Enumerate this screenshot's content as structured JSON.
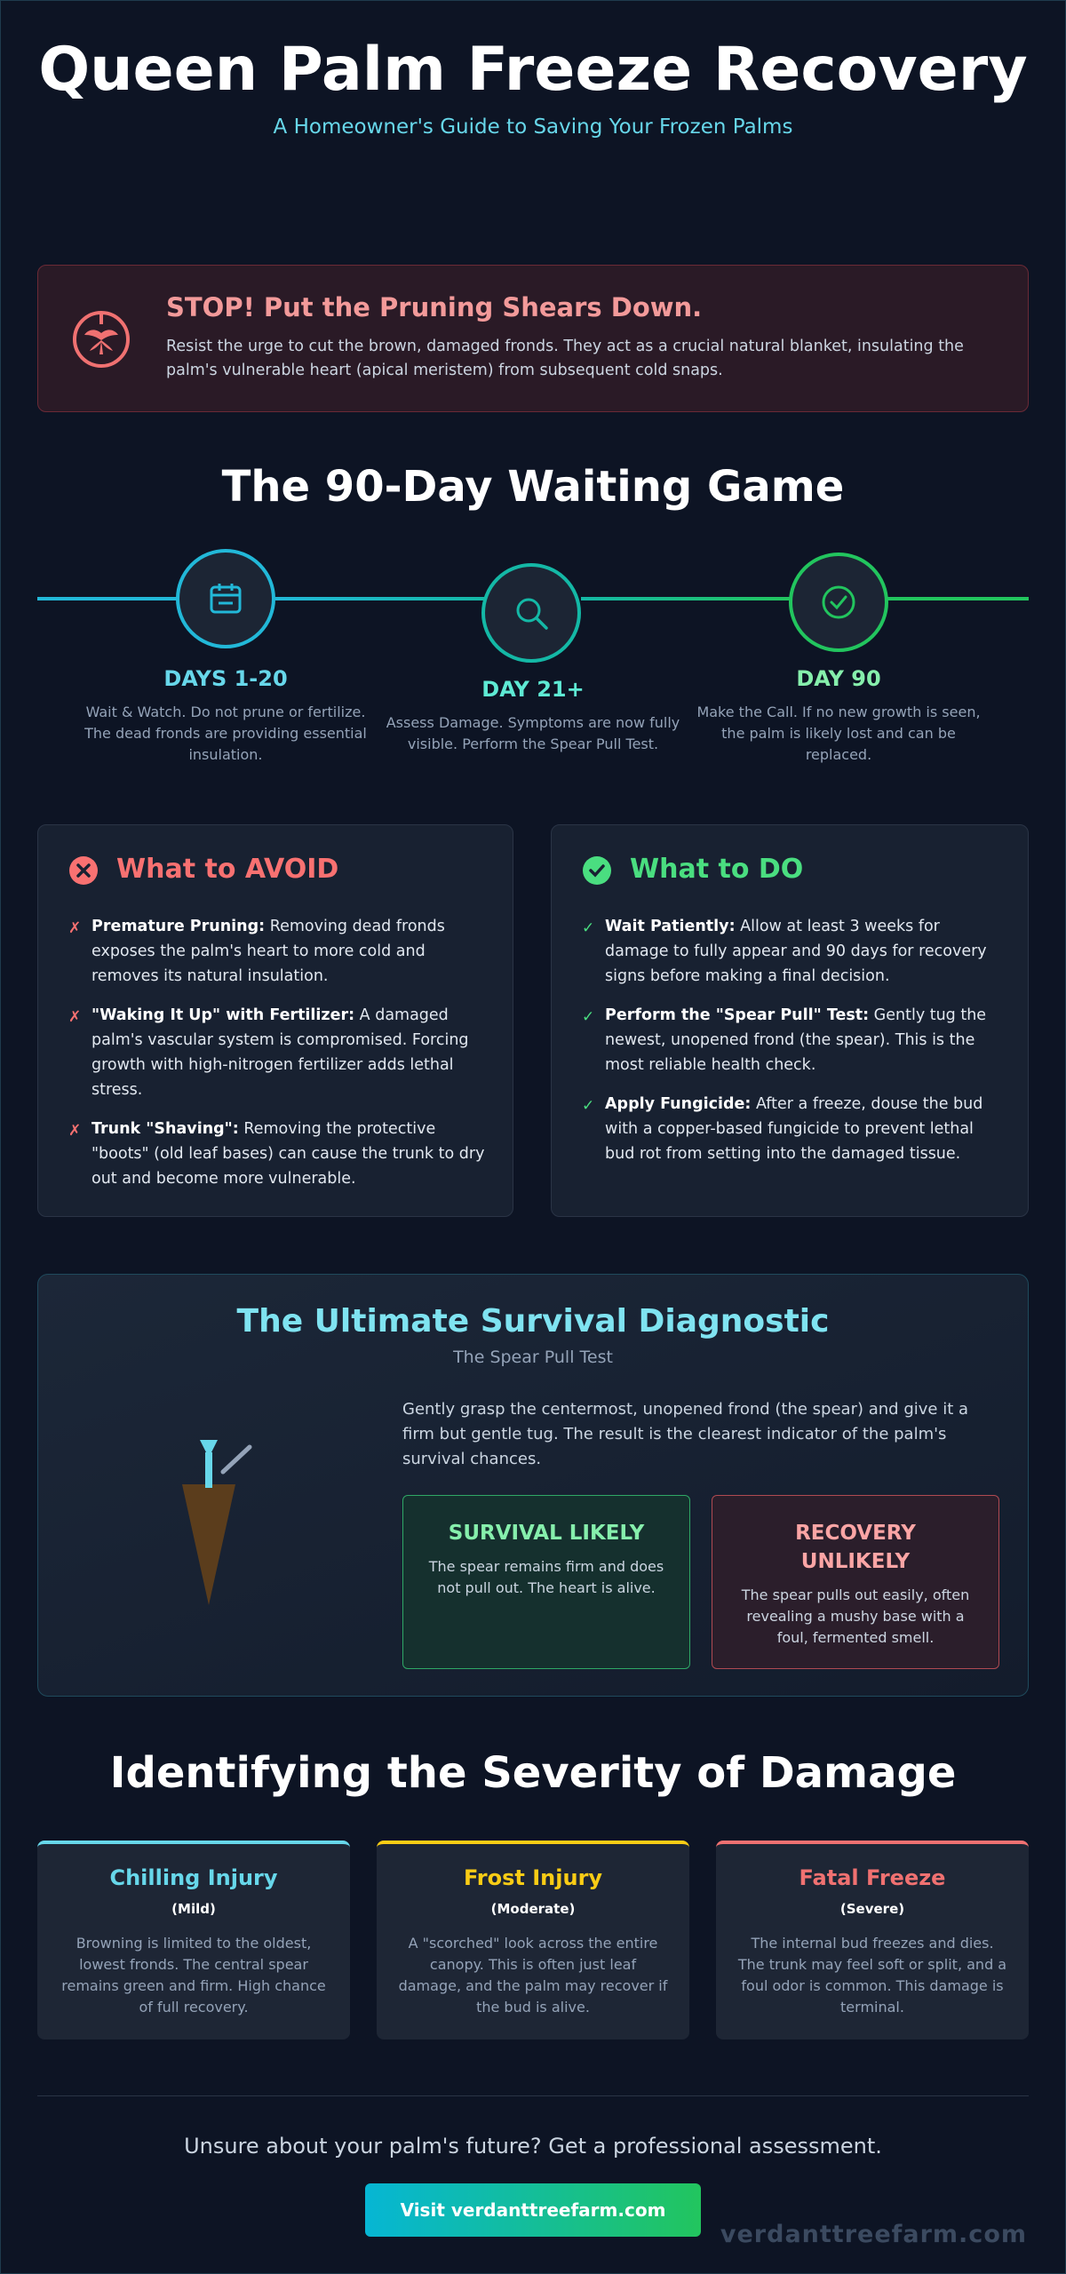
{
  "header": {
    "title": "Queen Palm Freeze Recovery",
    "subtitle": "A Homeowner's Guide to Saving Your Frozen Palms"
  },
  "warning": {
    "title": "STOP! Put the Pruning Shears Down.",
    "text": "Resist the urge to cut the brown, damaged fronds. They act as a crucial natural blanket, insulating the palm's vulnerable heart (apical meristem) from subsequent cold snaps.",
    "icon": "palm-alert-icon"
  },
  "timeline": {
    "title": "The 90-Day Waiting Game",
    "stages": [
      {
        "label": "DAYS 1-20",
        "desc": "Wait & Watch. Do not prune or fertilize. The dead fronds are providing essential insulation.",
        "icon": "calendar-icon",
        "color": "#22b8d8"
      },
      {
        "label": "DAY 21+",
        "desc": "Assess Damage. Symptoms are now fully visible. Perform the Spear Pull Test.",
        "icon": "search-icon",
        "color": "#14b8a6"
      },
      {
        "label": "DAY 90",
        "desc": "Make the Call. If no new growth is seen, the palm is likely lost and can be replaced.",
        "icon": "check-circle-icon",
        "color": "#22c55e"
      }
    ]
  },
  "avoid": {
    "title": "What to AVOID",
    "color": "#f87171",
    "items": [
      {
        "bold": "Premature Pruning:",
        "text": " Removing dead fronds exposes the palm's heart to more cold and removes its natural insulation."
      },
      {
        "bold": "\"Waking It Up\" with Fertilizer:",
        "text": " A damaged palm's vascular system is compromised. Forcing growth with high-nitrogen fertilizer adds lethal stress."
      },
      {
        "bold": "Trunk \"Shaving\":",
        "text": " Removing the protective \"boots\" (old leaf bases) can cause the trunk to dry out and become more vulnerable."
      }
    ]
  },
  "do": {
    "title": "What to DO",
    "color": "#4ade80",
    "items": [
      {
        "bold": "Wait Patiently:",
        "text": " Allow at least 3 weeks for damage to fully appear and 90 days for recovery signs before making a final decision."
      },
      {
        "bold": "Perform the \"Spear Pull\" Test:",
        "text": " Gently tug the newest, unopened frond (the spear). This is the most reliable health check."
      },
      {
        "bold": "Apply Fungicide:",
        "text": " After a freeze, douse the bud with a copper-based fungicide to prevent lethal bud rot from setting into the damaged tissue."
      }
    ]
  },
  "diagnostic": {
    "title": "The Ultimate Survival Diagnostic",
    "subtitle": "The Spear Pull Test",
    "text": "Gently grasp the centermost, unopened frond (the spear) and give it a firm but gentle tug. The result is the clearest indicator of the palm's survival chances.",
    "survive": {
      "title": "SURVIVAL LIKELY",
      "text": "The spear remains firm and does not pull out. The heart is alive."
    },
    "fail": {
      "title": "RECOVERY UNLIKELY",
      "text": "The spear pulls out easily, often revealing a mushy base with a foul, fermented smell."
    }
  },
  "severity": {
    "title": "Identifying the Severity of Damage",
    "levels": [
      {
        "name": "Chilling Injury",
        "level": "(Mild)",
        "desc": "Browning is limited to the oldest, lowest fronds. The central spear remains green and firm. High chance of full recovery.",
        "color": "#67d7ea"
      },
      {
        "name": "Frost Injury",
        "level": "(Moderate)",
        "desc": "A \"scorched\" look across the entire canopy. This is often just leaf damage, and the palm may recover if the bud is alive.",
        "color": "#facc15"
      },
      {
        "name": "Fatal Freeze",
        "level": "(Severe)",
        "desc": "The internal bud freezes and dies. The trunk may feel soft or split, and a foul odor is common. This damage is terminal.",
        "color": "#f07171"
      }
    ]
  },
  "footer": {
    "cta_text": "Unsure about your palm's future? Get a professional assessment.",
    "button": "Visit verdanttreefarm.com",
    "brand": "verdanttreefarm.com"
  }
}
